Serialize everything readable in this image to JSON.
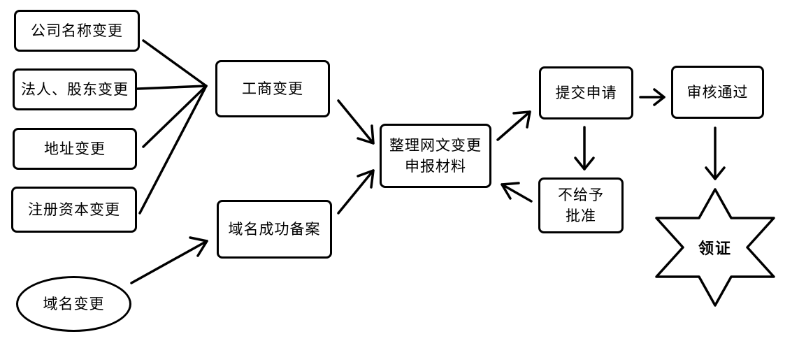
{
  "diagram": {
    "stroke_color": "#000000",
    "background": "#ffffff",
    "nodes": {
      "company_name_change": "公司名称变更",
      "legal_rep_shareholder_change": "法人、股东变更",
      "address_change": "地址变更",
      "registered_capital_change": "注册资本变更",
      "domain_change": "域名变更",
      "business_change": "工商变更",
      "domain_filing": "域名成功备案",
      "organize_materials_line1": "整理网文变更",
      "organize_materials_line2": "申报材料",
      "submit_application": "提交申请",
      "not_approved_line1": "不给予",
      "not_approved_line2": "批准",
      "review_passed": "审核通过",
      "receive_license": "领证"
    }
  }
}
